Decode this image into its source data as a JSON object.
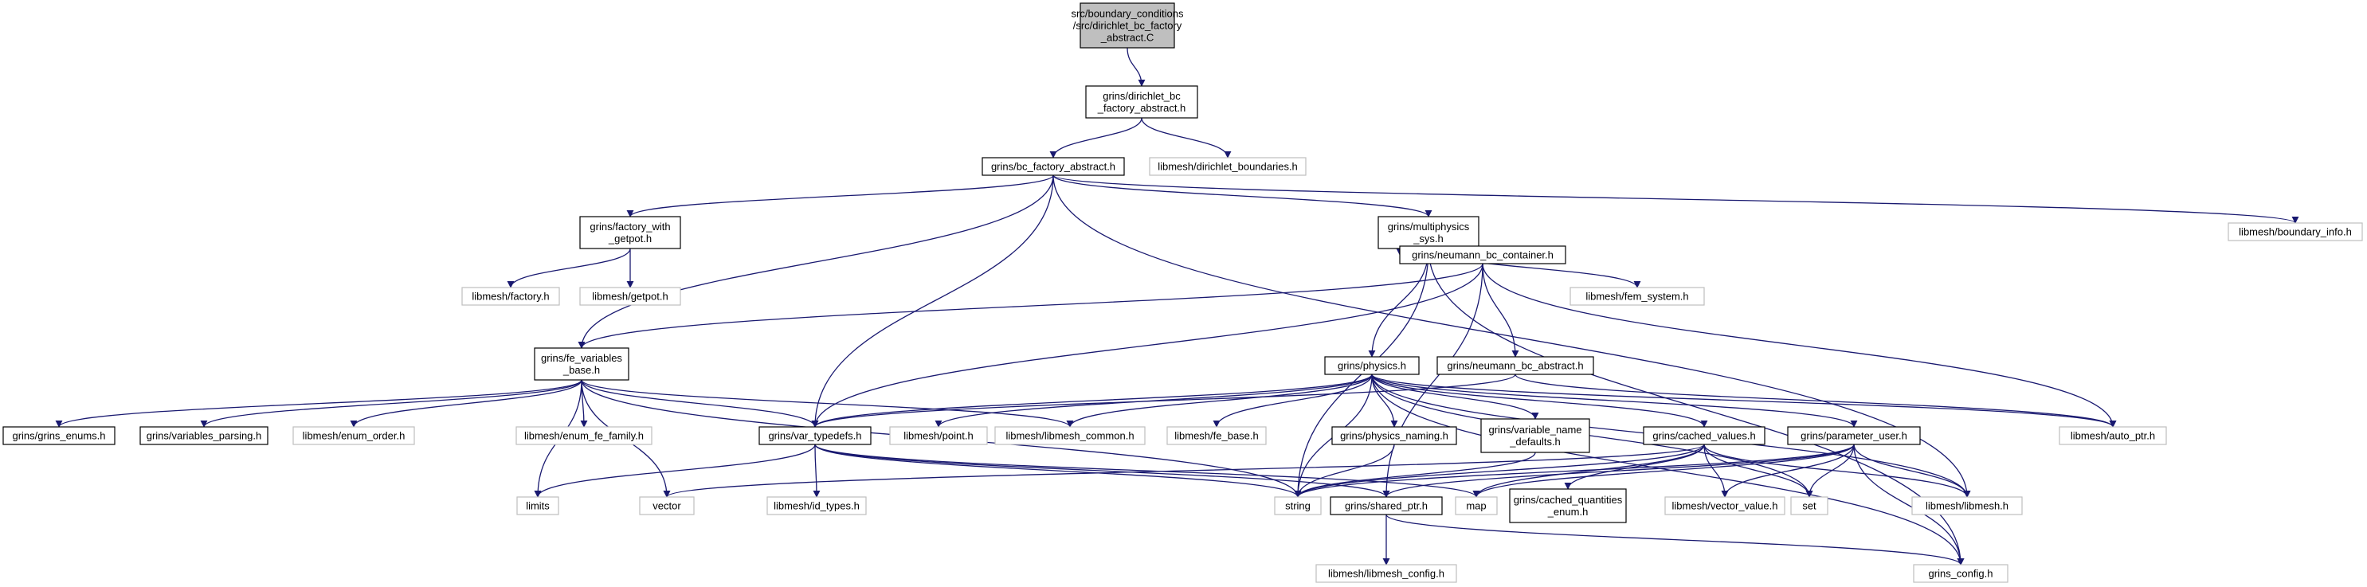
{
  "colors": {
    "edge": "#191970",
    "box_strong": "#000000",
    "box_weak": "#bfbfbf",
    "root_fill": "#bfbfbf",
    "text": "#000000",
    "background": "#ffffff"
  },
  "nodes": {
    "root": {
      "lines": [
        "src/boundary_conditions",
        "/src/dirichlet_bc_factory",
        "_abstract.C"
      ],
      "style": "root"
    },
    "dirichlet_bc_factory_abstract_h": {
      "lines": [
        "grins/dirichlet_bc",
        "_factory_abstract.h"
      ],
      "style": "strong"
    },
    "bc_factory_abstract_h": {
      "lines": [
        "grins/bc_factory_abstract.h"
      ],
      "style": "strong"
    },
    "dirichlet_boundaries_h": {
      "lines": [
        "libmesh/dirichlet_boundaries.h"
      ],
      "style": "weak"
    },
    "factory_with_getpot_h": {
      "lines": [
        "grins/factory_with",
        "_getpot.h"
      ],
      "style": "strong"
    },
    "multiphysics_sys_h": {
      "lines": [
        "grins/multiphysics",
        "_sys.h"
      ],
      "style": "strong"
    },
    "boundary_info_h": {
      "lines": [
        "libmesh/boundary_info.h"
      ],
      "style": "weak"
    },
    "factory_h": {
      "lines": [
        "libmesh/factory.h"
      ],
      "style": "weak"
    },
    "getpot_h": {
      "lines": [
        "libmesh/getpot.h"
      ],
      "style": "weak"
    },
    "neumann_bc_container_h": {
      "lines": [
        "grins/neumann_bc_container.h"
      ],
      "style": "strong"
    },
    "fem_system_h": {
      "lines": [
        "libmesh/fem_system.h"
      ],
      "style": "weak"
    },
    "fe_variables_base_h": {
      "lines": [
        "grins/fe_variables",
        "_base.h"
      ],
      "style": "strong"
    },
    "physics_h": {
      "lines": [
        "grins/physics.h"
      ],
      "style": "strong"
    },
    "neumann_bc_abstract_h": {
      "lines": [
        "grins/neumann_bc_abstract.h"
      ],
      "style": "strong"
    },
    "grins_enums_h": {
      "lines": [
        "grins/grins_enums.h"
      ],
      "style": "strong"
    },
    "variables_parsing_h": {
      "lines": [
        "grins/variables_parsing.h"
      ],
      "style": "strong"
    },
    "enum_order_h": {
      "lines": [
        "libmesh/enum_order.h"
      ],
      "style": "weak"
    },
    "enum_fe_family_h": {
      "lines": [
        "libmesh/enum_fe_family.h"
      ],
      "style": "weak"
    },
    "var_typedefs_h": {
      "lines": [
        "grins/var_typedefs.h"
      ],
      "style": "strong"
    },
    "point_h": {
      "lines": [
        "libmesh/point.h"
      ],
      "style": "weak"
    },
    "libmesh_common_h": {
      "lines": [
        "libmesh/libmesh_common.h"
      ],
      "style": "weak"
    },
    "fe_base_h": {
      "lines": [
        "libmesh/fe_base.h"
      ],
      "style": "weak"
    },
    "physics_naming_h": {
      "lines": [
        "grins/physics_naming.h"
      ],
      "style": "strong"
    },
    "variable_name_defaults_h": {
      "lines": [
        "grins/variable_name",
        "_defaults.h"
      ],
      "style": "strong"
    },
    "cached_values_h": {
      "lines": [
        "grins/cached_values.h"
      ],
      "style": "strong"
    },
    "parameter_user_h": {
      "lines": [
        "grins/parameter_user.h"
      ],
      "style": "strong"
    },
    "auto_ptr_h": {
      "lines": [
        "libmesh/auto_ptr.h"
      ],
      "style": "weak"
    },
    "limits": {
      "lines": [
        "limits"
      ],
      "style": "weak"
    },
    "vector": {
      "lines": [
        "vector"
      ],
      "style": "weak"
    },
    "id_types_h": {
      "lines": [
        "libmesh/id_types.h"
      ],
      "style": "weak"
    },
    "string": {
      "lines": [
        "string"
      ],
      "style": "weak"
    },
    "shared_ptr_h": {
      "lines": [
        "grins/shared_ptr.h"
      ],
      "style": "strong"
    },
    "map": {
      "lines": [
        "map"
      ],
      "style": "weak"
    },
    "cached_quantities_enum_h": {
      "lines": [
        "grins/cached_quantities",
        "_enum.h"
      ],
      "style": "strong"
    },
    "vector_value_h": {
      "lines": [
        "libmesh/vector_value.h"
      ],
      "style": "weak"
    },
    "set": {
      "lines": [
        "set"
      ],
      "style": "weak"
    },
    "libmesh_h": {
      "lines": [
        "libmesh/libmesh.h"
      ],
      "style": "weak"
    },
    "libmesh_config_h": {
      "lines": [
        "libmesh/libmesh_config.h"
      ],
      "style": "weak"
    },
    "grins_config_h": {
      "lines": [
        "grins_config.h"
      ],
      "style": "weak"
    }
  },
  "edges": [
    [
      "root",
      "dirichlet_bc_factory_abstract_h"
    ],
    [
      "dirichlet_bc_factory_abstract_h",
      "bc_factory_abstract_h"
    ],
    [
      "dirichlet_bc_factory_abstract_h",
      "dirichlet_boundaries_h"
    ],
    [
      "bc_factory_abstract_h",
      "factory_with_getpot_h"
    ],
    [
      "bc_factory_abstract_h",
      "multiphysics_sys_h"
    ],
    [
      "bc_factory_abstract_h",
      "boundary_info_h"
    ],
    [
      "bc_factory_abstract_h",
      "fe_variables_base_h"
    ],
    [
      "bc_factory_abstract_h",
      "var_typedefs_h"
    ],
    [
      "bc_factory_abstract_h",
      "libmesh_h"
    ],
    [
      "factory_with_getpot_h",
      "factory_h"
    ],
    [
      "factory_with_getpot_h",
      "getpot_h"
    ],
    [
      "multiphysics_sys_h",
      "neumann_bc_container_h"
    ],
    [
      "multiphysics_sys_h",
      "physics_h"
    ],
    [
      "multiphysics_sys_h",
      "fem_system_h"
    ],
    [
      "multiphysics_sys_h",
      "string"
    ],
    [
      "multiphysics_sys_h",
      "grins_config_h"
    ],
    [
      "neumann_bc_container_h",
      "fe_variables_base_h"
    ],
    [
      "neumann_bc_container_h",
      "neumann_bc_abstract_h"
    ],
    [
      "neumann_bc_container_h",
      "var_typedefs_h"
    ],
    [
      "neumann_bc_container_h",
      "auto_ptr_h"
    ],
    [
      "neumann_bc_container_h",
      "shared_ptr_h"
    ],
    [
      "fe_variables_base_h",
      "grins_enums_h"
    ],
    [
      "fe_variables_base_h",
      "variables_parsing_h"
    ],
    [
      "fe_variables_base_h",
      "enum_order_h"
    ],
    [
      "fe_variables_base_h",
      "enum_fe_family_h"
    ],
    [
      "fe_variables_base_h",
      "var_typedefs_h"
    ],
    [
      "fe_variables_base_h",
      "libmesh_common_h"
    ],
    [
      "fe_variables_base_h",
      "limits"
    ],
    [
      "fe_variables_base_h",
      "vector"
    ],
    [
      "fe_variables_base_h",
      "string"
    ],
    [
      "physics_h",
      "var_typedefs_h"
    ],
    [
      "physics_h",
      "point_h"
    ],
    [
      "physics_h",
      "libmesh_common_h"
    ],
    [
      "physics_h",
      "fe_base_h"
    ],
    [
      "physics_h",
      "physics_naming_h"
    ],
    [
      "physics_h",
      "variable_name_defaults_h"
    ],
    [
      "physics_h",
      "cached_values_h"
    ],
    [
      "physics_h",
      "parameter_user_h"
    ],
    [
      "physics_h",
      "auto_ptr_h"
    ],
    [
      "physics_h",
      "string"
    ],
    [
      "physics_h",
      "set"
    ],
    [
      "physics_h",
      "libmesh_h"
    ],
    [
      "physics_h",
      "grins_config_h"
    ],
    [
      "neumann_bc_abstract_h",
      "var_typedefs_h"
    ],
    [
      "neumann_bc_abstract_h",
      "auto_ptr_h"
    ],
    [
      "var_typedefs_h",
      "id_types_h"
    ],
    [
      "var_typedefs_h",
      "limits"
    ],
    [
      "var_typedefs_h",
      "string"
    ],
    [
      "var_typedefs_h",
      "map"
    ],
    [
      "var_typedefs_h",
      "shared_ptr_h"
    ],
    [
      "physics_naming_h",
      "string"
    ],
    [
      "variable_name_defaults_h",
      "string"
    ],
    [
      "cached_values_h",
      "string"
    ],
    [
      "cached_values_h",
      "vector"
    ],
    [
      "cached_values_h",
      "map"
    ],
    [
      "cached_values_h",
      "set"
    ],
    [
      "cached_values_h",
      "cached_quantities_enum_h"
    ],
    [
      "cached_values_h",
      "vector_value_h"
    ],
    [
      "cached_values_h",
      "libmesh_h"
    ],
    [
      "parameter_user_h",
      "string"
    ],
    [
      "parameter_user_h",
      "map"
    ],
    [
      "parameter_user_h",
      "set"
    ],
    [
      "parameter_user_h",
      "vector_value_h"
    ],
    [
      "parameter_user_h",
      "libmesh_h"
    ],
    [
      "parameter_user_h",
      "grins_config_h"
    ],
    [
      "parameter_user_h",
      "shared_ptr_h"
    ],
    [
      "shared_ptr_h",
      "libmesh_config_h"
    ],
    [
      "shared_ptr_h",
      "grins_config_h"
    ]
  ]
}
